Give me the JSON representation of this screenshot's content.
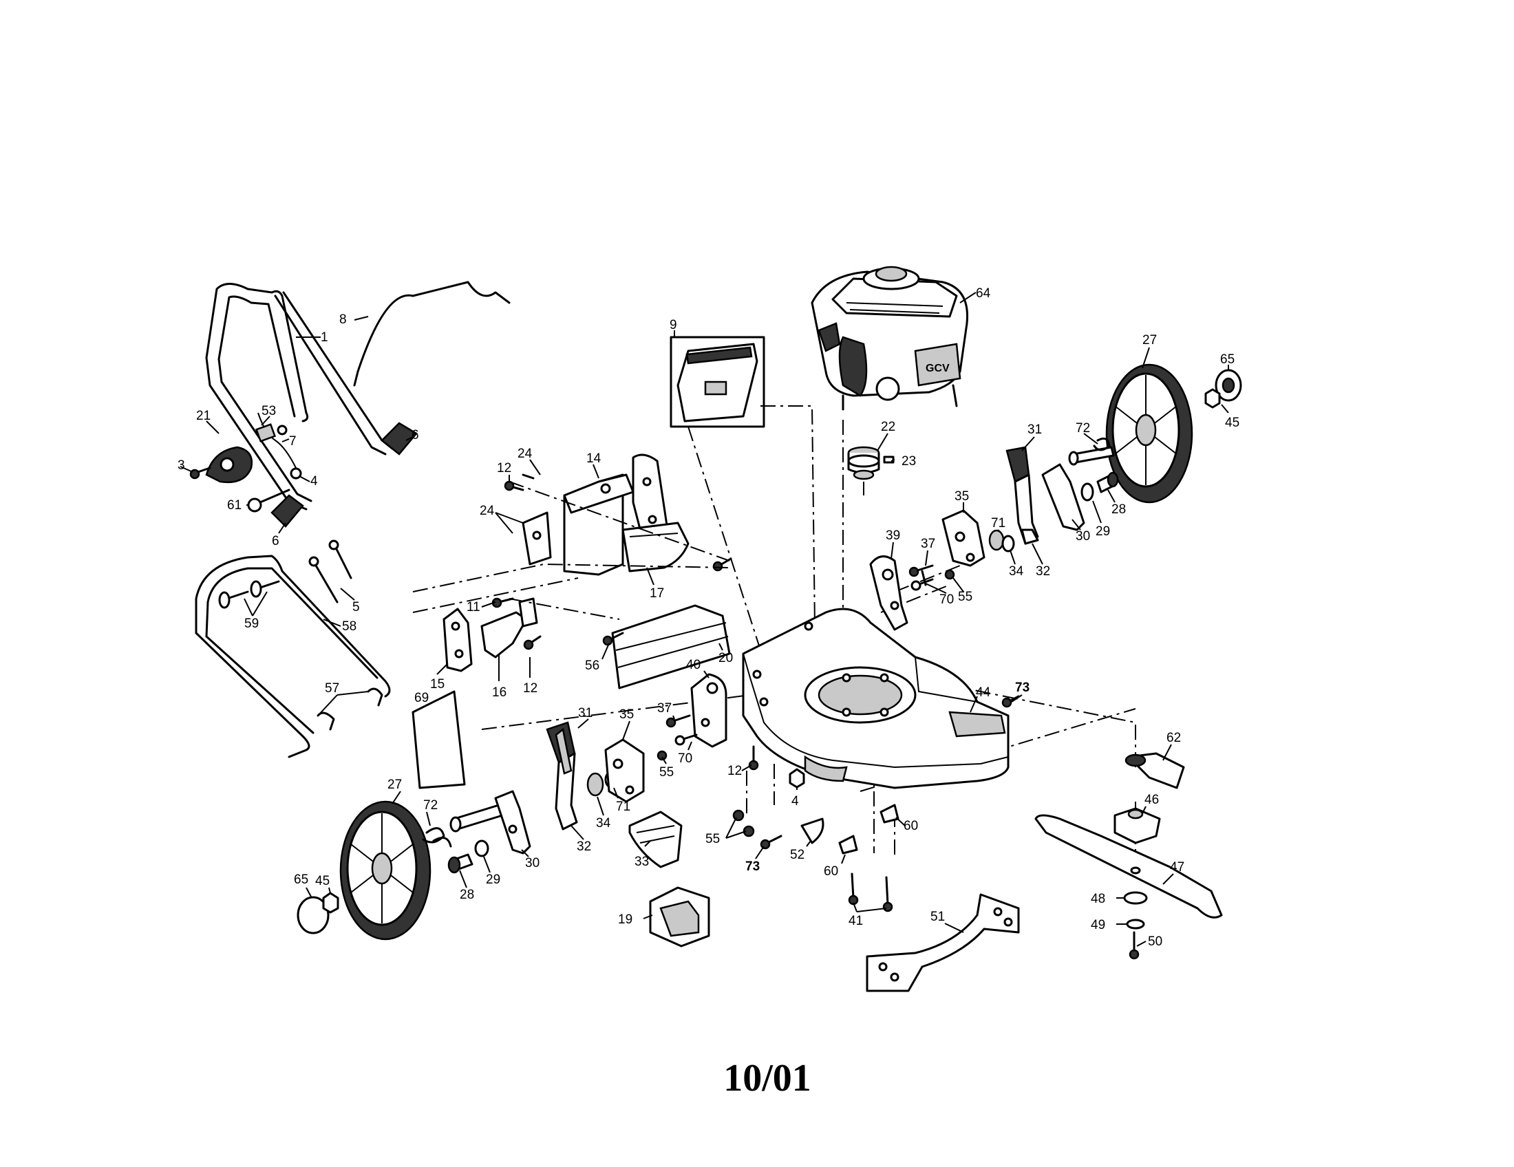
{
  "footer": "10/01",
  "callouts": {
    "c1": "1",
    "c8": "8",
    "c21": "21",
    "c53": "53",
    "c7": "7",
    "c3": "3",
    "c4": "4",
    "c61": "61",
    "c6a": "6",
    "c6b": "6",
    "c5": "5",
    "c59": "59",
    "c58": "58",
    "c57": "57",
    "c69": "69",
    "c9": "9",
    "c12a": "12",
    "c24a": "24",
    "c14": "14",
    "c24b": "24",
    "c17": "17",
    "c11": "11",
    "c15": "15",
    "c16": "16",
    "c12b": "12",
    "c56": "56",
    "c20": "20",
    "c64": "64",
    "c22": "22",
    "c23": "23",
    "c27a": "27",
    "c65a": "65",
    "c45a": "45",
    "c31a": "31",
    "c72a": "72",
    "c28a": "28",
    "c29a": "29",
    "c30a": "30",
    "c35a": "35",
    "c71a": "71",
    "c34a": "34",
    "c32a": "32",
    "c39": "39",
    "c37a": "37",
    "c70a": "70",
    "c55a": "55",
    "c73a": "73",
    "c44": "44",
    "c40": "40",
    "c37b": "37",
    "c70b": "70",
    "c31b": "31",
    "c35b": "35",
    "c55b": "55",
    "c71b": "71",
    "c34b": "34",
    "c32b": "32",
    "c12c": "12",
    "c4b": "4",
    "c55c": "55",
    "c73b": "73",
    "c52": "52",
    "c60a": "60",
    "c60b": "60",
    "c41": "41",
    "c27b": "27",
    "c72b": "72",
    "c30b": "30",
    "c29b": "29",
    "c28b": "28",
    "c65b": "65",
    "c45b": "45",
    "c33": "33",
    "c19": "19",
    "c51": "51",
    "c62": "62",
    "c46": "46",
    "c47": "47",
    "c48": "48",
    "c49": "49",
    "c50": "50"
  }
}
